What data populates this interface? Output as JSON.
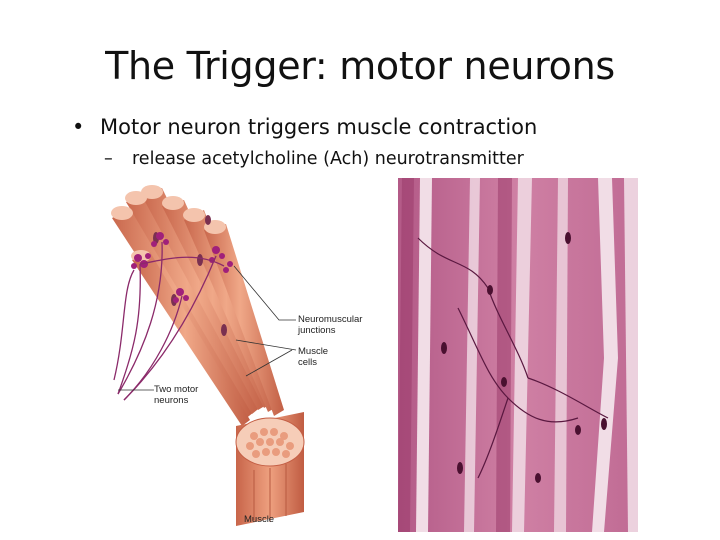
{
  "slide": {
    "title": "The Trigger: motor neurons",
    "bullet": "Motor neuron triggers muscle contraction",
    "bullet_marker": "•",
    "sub_bullet": "release acetylcholine (Ach) neurotransmitter",
    "sub_marker": "–"
  },
  "figure_left": {
    "labels": {
      "nmj_line1": "Neuromuscular",
      "nmj_line2": "junctions",
      "cells_line1": "Muscle",
      "cells_line2": "cells",
      "motor_line1": "Two motor",
      "motor_line2": "neurons",
      "muscle": "Muscle"
    }
  },
  "colors": {
    "muscle_fiber": "#e8977a",
    "nerve": "#8b2a6a",
    "micrograph_bg": "#c76f98",
    "micrograph_band": "#f1dde6"
  }
}
